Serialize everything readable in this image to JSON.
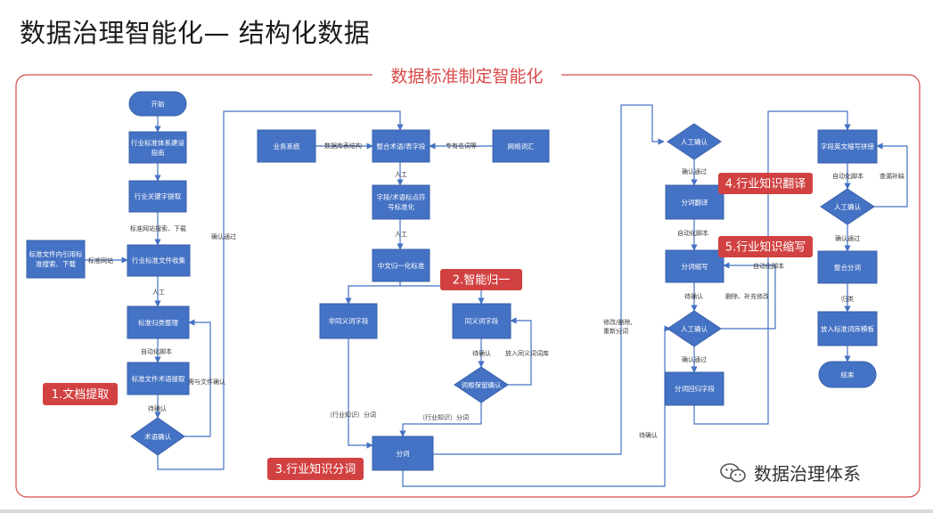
{
  "page_title": "数据治理智能化— 结构化数据",
  "frame_title": "数据标准制定智能化",
  "watermark": "数据治理体系",
  "badges": {
    "b1": "1.文档提取",
    "b2": "2.智能归一",
    "b3": "3.行业知识分词",
    "b4": "4.行业知识翻译",
    "b5": "5.行业知识缩写"
  },
  "nodes": {
    "start": "开始",
    "guide_l1": "行业标准体系建设",
    "guide_l2": "指南",
    "keyword": "行业关键字提取",
    "collect": "行业标准文件收集",
    "refstd_l1": "标准文件内引用标",
    "refstd_l2": "准搜索、下载",
    "classify": "标准归类整理",
    "extract": "标准文件术语提取",
    "confirm_term": "术语确认",
    "biz_sys": "业务系统",
    "integrate": "整合术语/表字段",
    "net_vocab": "网络词汇",
    "punct_l1": "字段/术语标点符",
    "punct_l2": "号标准化",
    "cn_norm": "中文归一化标准",
    "non_syn": "非同义词字段",
    "syn": "同义词字段",
    "reserve": "词根保留确认",
    "segment": "分词",
    "manual1": "人工确认",
    "translate": "分词翻译",
    "abbrev": "分词缩写",
    "manual2": "人工确认",
    "backfill": "分词回归字段",
    "concat": "字段英文缩写拼接",
    "manual3": "人工确认",
    "merge": "整合分词",
    "template": "放入标准词库模板",
    "end": "结束"
  },
  "edges": {
    "std_search": "标准网站搜索、下载",
    "std_site": "标准网站",
    "manual_a": "人工",
    "auto_script_a": "自动化脚本",
    "pending_a": "待确认",
    "confirm_pass_a": "确认通过",
    "need_file": "需与文件确认",
    "db_struct": "数据库表结构",
    "proper_noun": "专有名词等",
    "manual_b": "人工",
    "manual_c": "人工",
    "pending_b": "待确认",
    "add_syn": "放入同义词词库",
    "seg_know_a": "（行业知识）分词",
    "seg_know_b": "（行业知识）分词",
    "modify": "修改/删除,",
    "reseg": "重新分词",
    "pending_c": "待确认",
    "confirm_pass_b": "确认通过",
    "auto_script_b": "自动化脚本",
    "auto_script_c": "自动化脚本",
    "pending_d": "待确认",
    "delete_fix": "删除、补充修改",
    "confirm_pass_c": "确认通过",
    "auto_script_d": "自动化脚本",
    "missing": "查漏补缺",
    "confirm_pass_d": "确认通过",
    "classify_b": "归类"
  },
  "colors": {
    "node_fill": "#4472c4",
    "badge_fill": "#d24141",
    "frame_stroke": "#d94a4a"
  }
}
